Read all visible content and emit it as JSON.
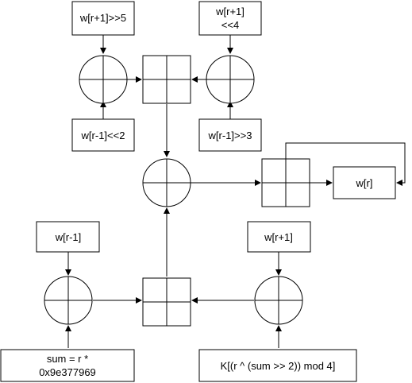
{
  "boxes": {
    "w_r1_shr5": [
      "w[r+1]>>5"
    ],
    "w_r1_shl4": [
      "w[r+1]",
      "<<4"
    ],
    "w_rm1_shl2": [
      "w[r-1]<<2"
    ],
    "w_rm1_shr3": [
      "w[r-1]>>3"
    ],
    "w_r": [
      "w[r]"
    ],
    "w_rm1": [
      "w[r-1]"
    ],
    "w_r1": [
      "w[r+1]"
    ],
    "sum": [
      "sum = r *",
      "0x9e377969"
    ],
    "key": [
      "K[(r ^ (sum >> 2)) mod 4]"
    ]
  },
  "operators": {
    "xor": "circle-plus",
    "add": "boxed-plus"
  }
}
